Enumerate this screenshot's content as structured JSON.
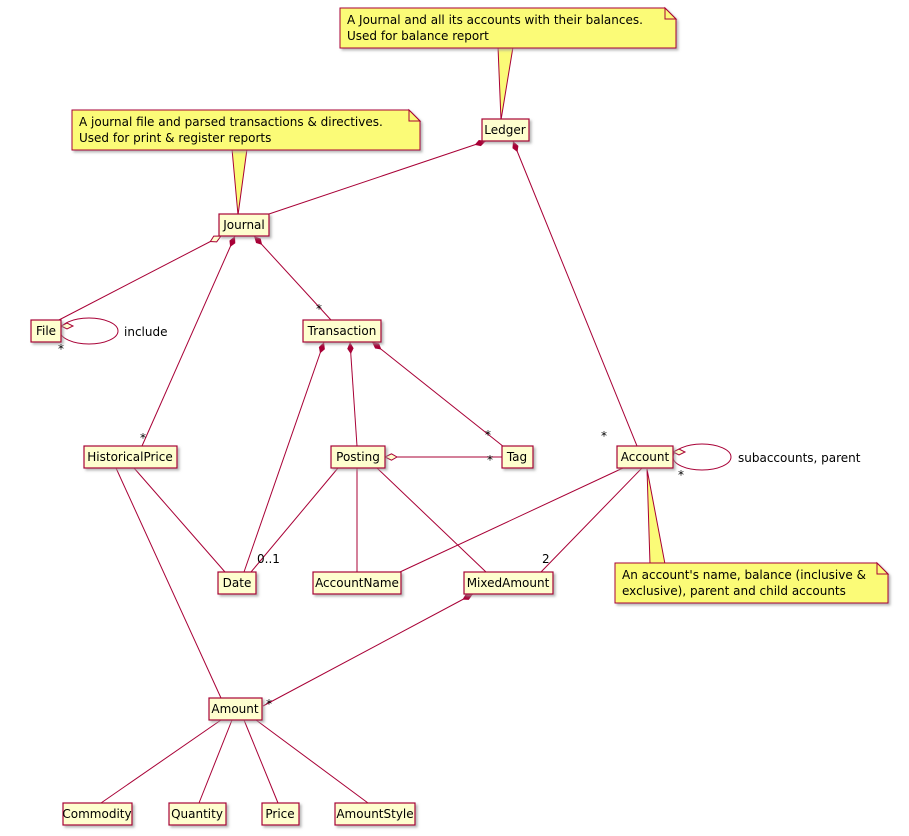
{
  "diagram_type": "uml-class-diagram",
  "colors": {
    "line": "#A80036",
    "node_bg": "#FEFECE",
    "note_bg": "#FBFB77",
    "text": "#000000",
    "background": "#FFFFFF"
  },
  "nodes": {
    "ledger": "Ledger",
    "journal": "Journal",
    "file": "File",
    "transaction": "Transaction",
    "historicalprice": "HistoricalPrice",
    "posting": "Posting",
    "tag": "Tag",
    "account": "Account",
    "date": "Date",
    "accountname": "AccountName",
    "mixedamount": "MixedAmount",
    "amount": "Amount",
    "commodity": "Commodity",
    "quantity": "Quantity",
    "price": "Price",
    "amountstyle": "AmountStyle"
  },
  "notes": {
    "ledger": {
      "line1": "A Journal and all its accounts with their balances.",
      "line2": "Used for balance report"
    },
    "journal": {
      "line1": "A journal file and parsed transactions & directives.",
      "line2": "Used for print & register reports"
    },
    "account": {
      "line1": "An account's name, balance (inclusive &",
      "line2": "exclusive), parent and child accounts"
    }
  },
  "labels": {
    "file_include": "include",
    "file_include_mult": "*",
    "journal_transaction_mult": "*",
    "journal_historicalprice_mult": "*",
    "ledger_account_mult": "*",
    "transaction_tag_mult": "*",
    "posting_tag_mult": "*",
    "posting_date_mult": "0..1",
    "account_mixedamount_mult": "2",
    "account_loop_label": "subaccounts, parent",
    "account_loop_mult": "*",
    "mixedamount_amount_mult": "*"
  }
}
